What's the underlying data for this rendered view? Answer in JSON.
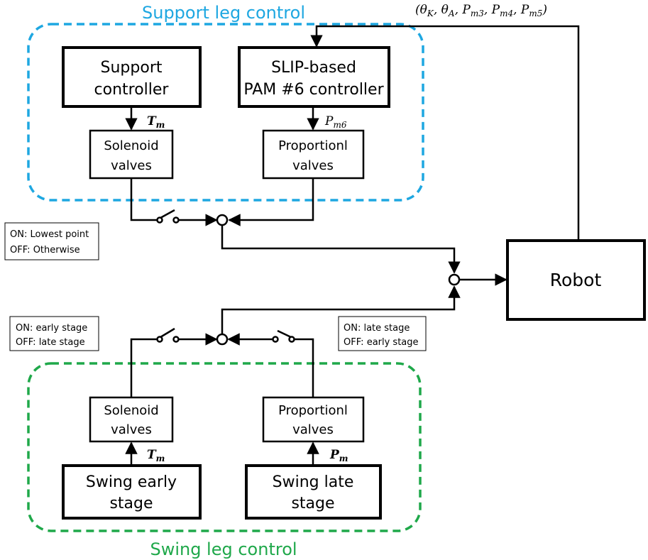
{
  "regions": {
    "support_title": "Support leg control",
    "swing_title": "Swing leg control"
  },
  "feedback_label": "(θ_K, θ_A, P_m3, P_m4, P_m5)",
  "support": {
    "controller_line1": "Support",
    "controller_line2": "controller",
    "slip_line1": "SLIP-based",
    "slip_line2": "PAM #6 controller",
    "solenoid_line1": "Solenoid",
    "solenoid_line2": "valves",
    "proportional_line1": "Proportionl",
    "proportional_line2": "valves",
    "tm_label": "T_m",
    "pm6_label": "P_m6",
    "switch_note_line1": "ON: Lowest point",
    "switch_note_line2": "OFF: Otherwise"
  },
  "swing": {
    "early_line1": "Swing early",
    "early_line2": "stage",
    "late_line1": "Swing late",
    "late_line2": "stage",
    "solenoid_line1": "Solenoid",
    "solenoid_line2": "valves",
    "proportional_line1": "Proportionl",
    "proportional_line2": "valves",
    "tm_label": "T_m",
    "pm_label": "P_m",
    "left_note_line1": "ON: early stage",
    "left_note_line2": "OFF: late stage",
    "right_note_line1": "ON: late stage",
    "right_note_line2": "OFF: early stage"
  },
  "robot_label": "Robot"
}
